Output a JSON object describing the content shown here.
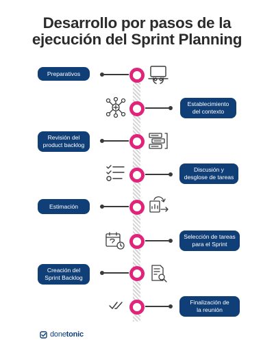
{
  "title": {
    "line1": "Desarrollo por pasos de la",
    "line2": "ejecución del Sprint Planning"
  },
  "steps": [
    {
      "label": "Preparativos",
      "icon": "laptop-icon"
    },
    {
      "label": "Establecimiento\ndel contexto",
      "icon": "network-hub-icon"
    },
    {
      "label": "Revisión del\nproduct backlog",
      "icon": "backlog-list-icon"
    },
    {
      "label": "Discusión y\ndesglose de tareas",
      "icon": "checklist-icon"
    },
    {
      "label": "Estimación",
      "icon": "estimation-chart-icon"
    },
    {
      "label": "Selección de tareas\npara el Sprint",
      "icon": "calendar-clock-icon"
    },
    {
      "label": "Creación del\nSprint Backlog",
      "icon": "document-search-icon"
    },
    {
      "label": "Finalización de\nla reunión",
      "icon": "double-check-icon"
    }
  ],
  "logo": {
    "part1": "done",
    "part2": "tonic"
  },
  "colors": {
    "title": "#2b2b2b",
    "pill": "#103f78",
    "node": "#e0247a",
    "line": "#3a3a3a",
    "spine": "#d5d5d5"
  }
}
